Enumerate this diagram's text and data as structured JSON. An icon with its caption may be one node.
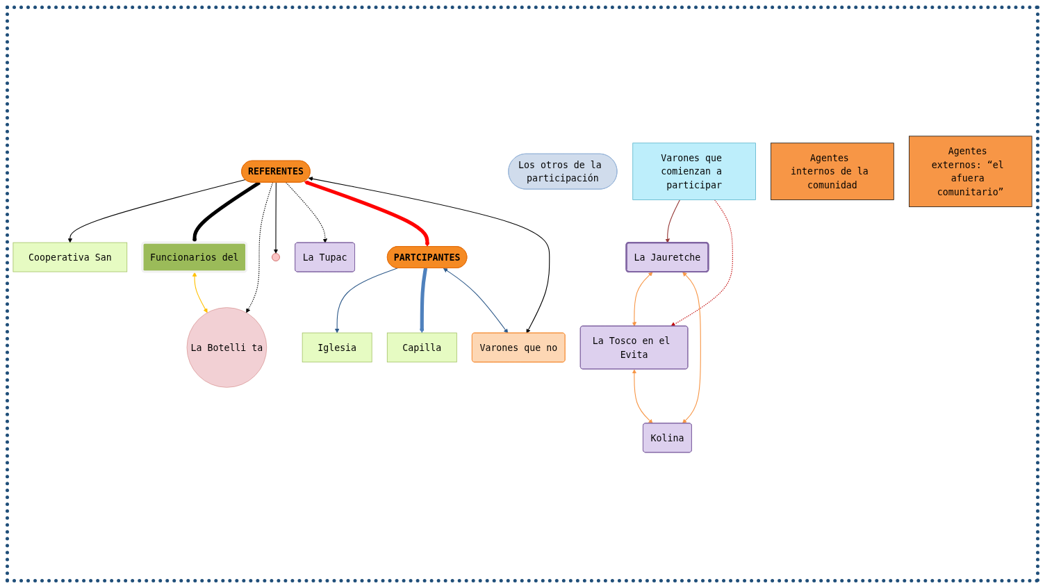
{
  "diagram": {
    "nodes": [
      {
        "text": [
          "Funcionarios del"
        ]
      },
      {
        "text": [
          "La Botelli ta"
        ]
      },
      {
        "text": [
          "Cooperativa San"
        ]
      },
      {
        "text": [
          "Iglesia"
        ]
      },
      {
        "text": [
          "Capilla"
        ]
      },
      {
        "text": [
          "REFERENTES"
        ]
      },
      {
        "text": [
          "PARTCIPANTES"
        ]
      },
      {
        "text": [
          "Varones que no"
        ]
      },
      {
        "text": [],
        "shape": "circle"
      },
      {
        "text": [
          "Los otros de la participación"
        ]
      },
      {
        "text": [
          "Varones que comienzan a participar"
        ]
      },
      {
        "text": [
          "Agentes internos de la comunidad"
        ]
      },
      {
        "text": [
          "La Jauretche"
        ]
      },
      {
        "text": [
          "La Tosco en el Evita"
        ]
      },
      {
        "text": [
          "La Tupac"
        ]
      },
      {
        "text": [
          "Kolina"
        ]
      },
      {
        "text": [
          "Agentes externos: “el afuera comunitario”"
        ]
      }
    ],
    "edges": [
      {
        "from": 5,
        "to": 2,
        "arrow": "to"
      },
      {
        "from": 5,
        "to": 0,
        "arrow": "to",
        "style": "thick"
      },
      {
        "from": 5,
        "to": 1,
        "arrow": "to",
        "style": "dashed"
      },
      {
        "from": 5,
        "to": 8,
        "arrow": "to"
      },
      {
        "from": 5,
        "to": 14,
        "arrow": "to",
        "style": "dashed"
      },
      {
        "from": 5,
        "to": 6,
        "arrow": "both",
        "style": "thick",
        "color": "#ff0000"
      },
      {
        "from": 5,
        "to": 7,
        "arrow": "both"
      },
      {
        "from": 6,
        "to": 3,
        "arrow": "to",
        "color": "#2e5a8a"
      },
      {
        "from": 6,
        "to": 4,
        "arrow": "to",
        "style": "thick",
        "color": "#4f81bd"
      },
      {
        "from": 6,
        "to": 7,
        "arrow": "both",
        "color": "#2e5a8a"
      },
      {
        "from": 0,
        "to": 1,
        "arrow": "both",
        "color": "#ffc000"
      },
      {
        "from": 10,
        "to": 12,
        "arrow": "to",
        "color": "#943634"
      },
      {
        "from": 10,
        "to": 13,
        "arrow": "to",
        "style": "dashed",
        "color": "#c00000"
      },
      {
        "from": 12,
        "to": 13,
        "arrow": "both",
        "color": "#f79646"
      },
      {
        "from": 12,
        "to": 15,
        "arrow": "both",
        "color": "#f79646"
      },
      {
        "from": 13,
        "to": 15,
        "arrow": "both",
        "color": "#f79646"
      }
    ]
  }
}
